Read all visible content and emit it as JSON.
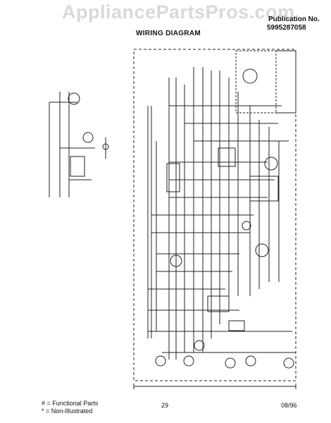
{
  "header": {
    "watermark": "AppliancePartsPros.com",
    "model_numbers": "",
    "publication_label": "Publication No.",
    "publication_number": "5995287058",
    "title": "WIRING DIAGRAM"
  },
  "footer": {
    "legend_functional": "# = Functional Parts",
    "legend_non_illustrated": "* = Non-Illustrated",
    "page_number": "29",
    "date_code": "08/96"
  }
}
